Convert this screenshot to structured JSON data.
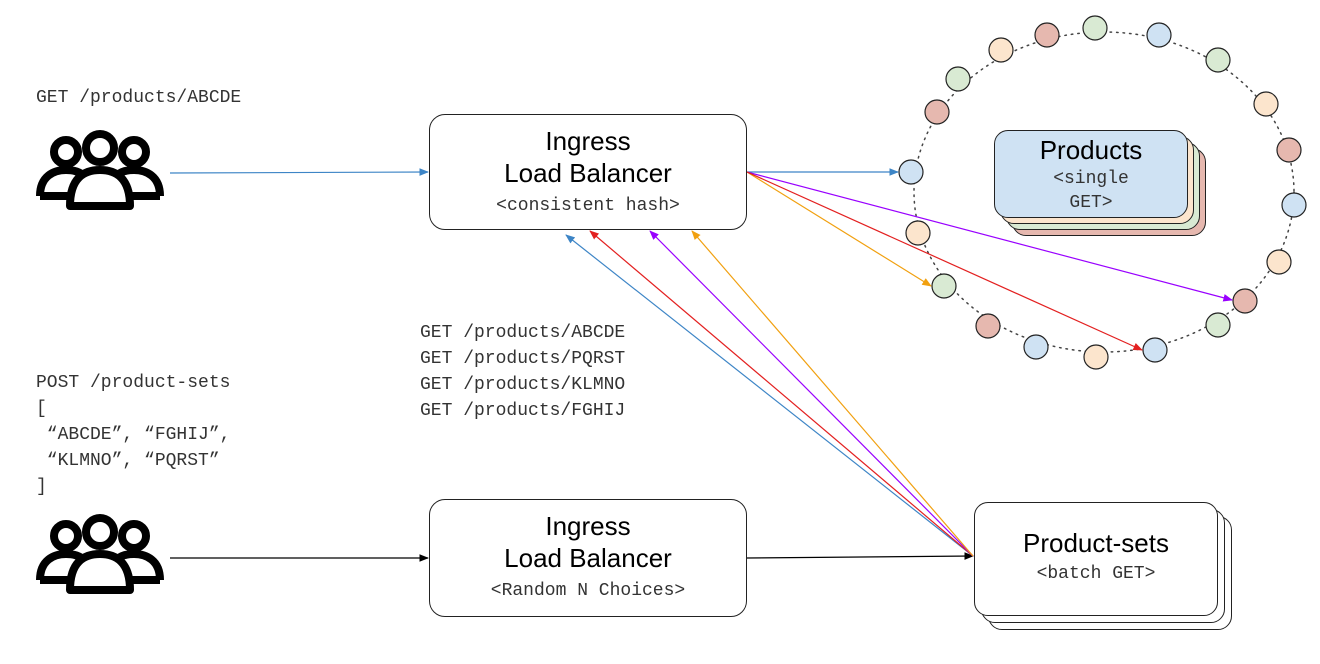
{
  "client_top": {
    "request": "GET /products/ABCDE",
    "icon": "users-icon"
  },
  "client_bottom": {
    "request_lines": [
      "POST /product-sets",
      "[",
      " “ABCDE”, “FGHIJ”,",
      " “KLMNO”, “PQRST”",
      "]"
    ],
    "icon": "users-icon"
  },
  "lb_top": {
    "title_lines": [
      "Ingress",
      "Load Balancer"
    ],
    "subtitle": "<consistent hash>"
  },
  "lb_bottom": {
    "title_lines": [
      "Ingress",
      "Load Balancer"
    ],
    "subtitle": "<Random N Choices>"
  },
  "fanout_requests": [
    "GET /products/ABCDE",
    "GET /products/PQRST",
    "GET /products/KLMNO",
    "GET /products/FGHIJ"
  ],
  "products": {
    "title": "Products",
    "subtitle_lines": [
      "<single",
      "GET>"
    ]
  },
  "product_sets": {
    "title": "Product-sets",
    "subtitle": "<batch GET>"
  },
  "colors": {
    "blue_node": "#cfe2f3",
    "green_node": "#d9ead3",
    "orange_node": "#fce5cd",
    "red_node": "#e6b8af",
    "arrow_blue": "#3d85c6",
    "arrow_red": "#e32020",
    "arrow_purple": "#9900ff",
    "arrow_orange": "#f1a00f"
  }
}
